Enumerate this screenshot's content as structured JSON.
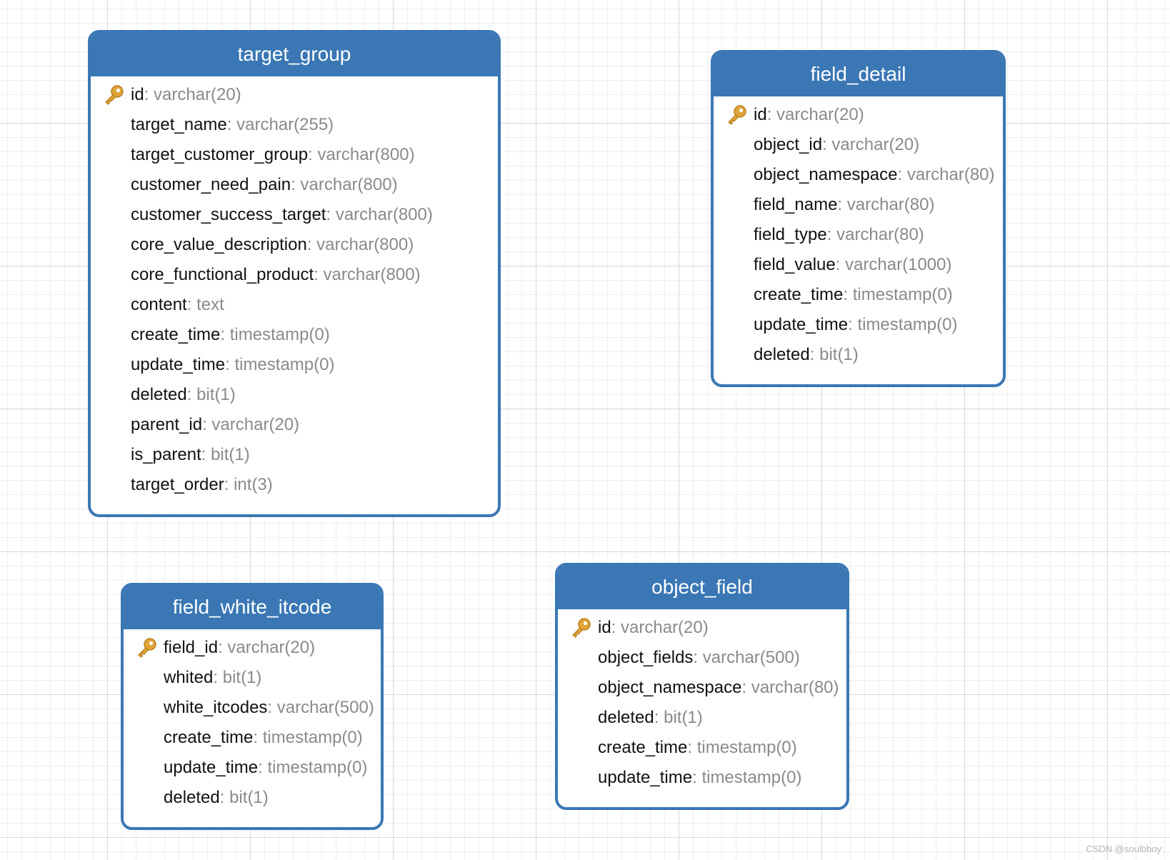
{
  "tables": [
    {
      "name": "target_group",
      "fields": [
        {
          "name": "id",
          "type": "varchar(20)",
          "key": true
        },
        {
          "name": "target_name",
          "type": "varchar(255)",
          "key": false
        },
        {
          "name": "target_customer_group",
          "type": "varchar(800)",
          "key": false
        },
        {
          "name": "customer_need_pain",
          "type": "varchar(800)",
          "key": false
        },
        {
          "name": "customer_success_target",
          "type": "varchar(800)",
          "key": false
        },
        {
          "name": "core_value_description",
          "type": "varchar(800)",
          "key": false
        },
        {
          "name": "core_functional_product",
          "type": "varchar(800)",
          "key": false
        },
        {
          "name": "content",
          "type": "text",
          "key": false
        },
        {
          "name": "create_time",
          "type": "timestamp(0)",
          "key": false
        },
        {
          "name": "update_time",
          "type": "timestamp(0)",
          "key": false
        },
        {
          "name": "deleted",
          "type": "bit(1)",
          "key": false
        },
        {
          "name": "parent_id",
          "type": "varchar(20)",
          "key": false
        },
        {
          "name": "is_parent",
          "type": "bit(1)",
          "key": false
        },
        {
          "name": "target_order",
          "type": "int(3)",
          "key": false
        }
      ]
    },
    {
      "name": "field_detail",
      "fields": [
        {
          "name": "id",
          "type": "varchar(20)",
          "key": true
        },
        {
          "name": "object_id",
          "type": "varchar(20)",
          "key": false
        },
        {
          "name": "object_namespace",
          "type": "varchar(80)",
          "key": false
        },
        {
          "name": "field_name",
          "type": "varchar(80)",
          "key": false
        },
        {
          "name": "field_type",
          "type": "varchar(80)",
          "key": false
        },
        {
          "name": "field_value",
          "type": "varchar(1000)",
          "key": false
        },
        {
          "name": "create_time",
          "type": "timestamp(0)",
          "key": false
        },
        {
          "name": "update_time",
          "type": "timestamp(0)",
          "key": false
        },
        {
          "name": "deleted",
          "type": "bit(1)",
          "key": false
        }
      ]
    },
    {
      "name": "field_white_itcode",
      "fields": [
        {
          "name": "field_id",
          "type": "varchar(20)",
          "key": true
        },
        {
          "name": "whited",
          "type": "bit(1)",
          "key": false
        },
        {
          "name": "white_itcodes",
          "type": "varchar(500)",
          "key": false
        },
        {
          "name": "create_time",
          "type": "timestamp(0)",
          "key": false
        },
        {
          "name": "update_time",
          "type": "timestamp(0)",
          "key": false
        },
        {
          "name": "deleted",
          "type": "bit(1)",
          "key": false
        }
      ]
    },
    {
      "name": "object_field",
      "fields": [
        {
          "name": "id",
          "type": "varchar(20)",
          "key": true
        },
        {
          "name": "object_fields",
          "type": "varchar(500)",
          "key": false
        },
        {
          "name": "object_namespace",
          "type": "varchar(80)",
          "key": false
        },
        {
          "name": "deleted",
          "type": "bit(1)",
          "key": false
        },
        {
          "name": "create_time",
          "type": "timestamp(0)",
          "key": false
        },
        {
          "name": "update_time",
          "type": "timestamp(0)",
          "key": false
        }
      ]
    }
  ],
  "separator": ": ",
  "key_icon": "key-icon",
  "colors": {
    "header_bg": "#3a77b4",
    "border": "#3a77b4",
    "field_name": "#111111",
    "field_type": "#8a8a8a",
    "key_icon": "#e0a43a",
    "grid_major": "#d9d9d9",
    "grid_minor": "#efefef"
  },
  "watermark": "CSDN @soulbboy"
}
